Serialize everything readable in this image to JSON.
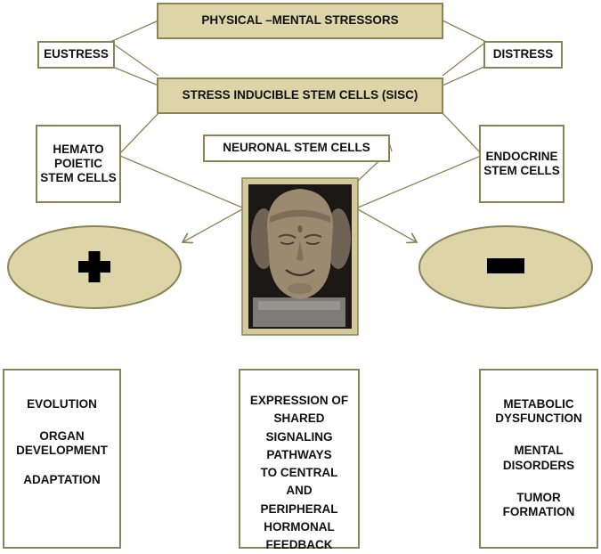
{
  "top": {
    "title": "PHYSICAL –MENTAL STRESSORS"
  },
  "left_label": "EUSTRESS",
  "right_label": "DISTRESS",
  "sisc": "STRESS INDUCIBLE STEM CELLS (SISC)",
  "hemato": [
    "HEMATO",
    "POIETIC",
    "STEM CELLS"
  ],
  "neuronal": "NEURONAL STEM CELLS",
  "endocrine": [
    "ENDOCRINE",
    "STEM CELLS"
  ],
  "positive": {
    "icon": "plus-sign"
  },
  "negative": {
    "icon": "minus-sign"
  },
  "center_image": {
    "icon": "stone-buddha-head"
  },
  "outcomes_left": [
    "EVOLUTION",
    "ORGAN DEVELOPMENT",
    "ADAPTATION"
  ],
  "outcomes_center": [
    "EXPRESSION OF",
    "SHARED",
    "SIGNALING",
    "PATHWAYS",
    "TO CENTRAL",
    "AND",
    "PERIPHERAL",
    "HORMONAL",
    "FEEDBACK"
  ],
  "outcomes_right": [
    "METABOLIC DYSFUNCTION",
    "MENTAL DISORDERS",
    "TUMOR FORMATION"
  ],
  "colors": {
    "tan": "#ddd5a8",
    "border": "#8a8456"
  }
}
